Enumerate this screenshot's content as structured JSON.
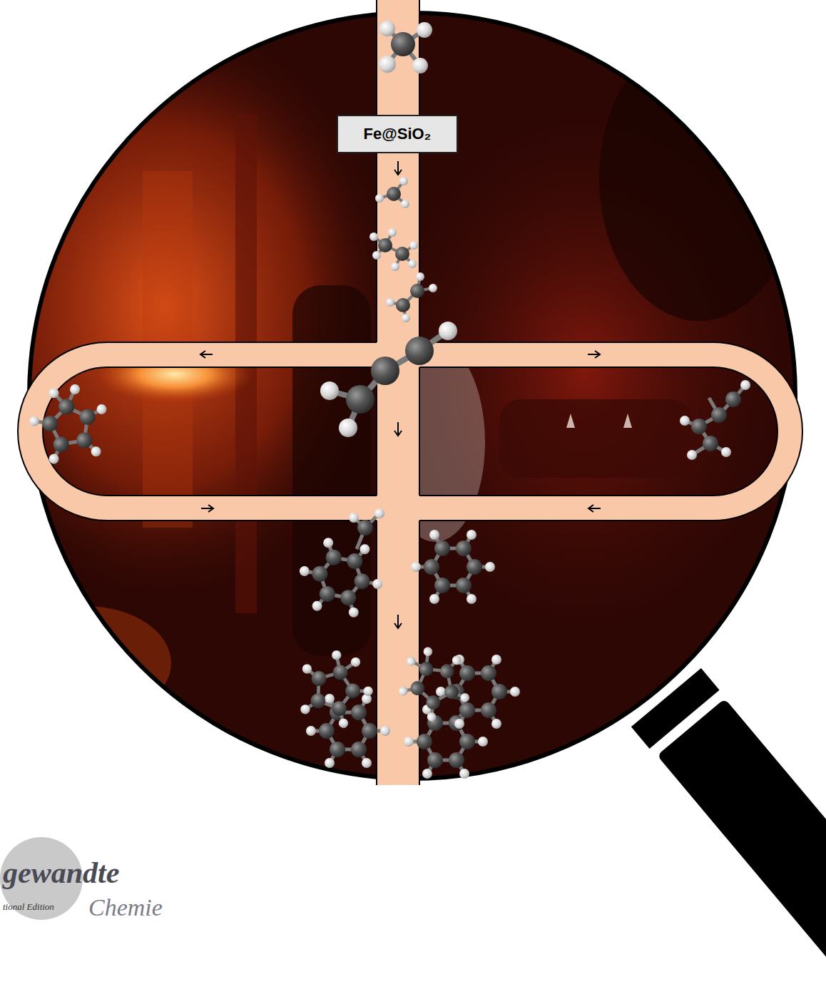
{
  "diagram": {
    "nodes": [
      {
        "text": [
          "Fe@SiO₂"
        ]
      }
    ],
    "labels": [
      "gewandte",
      "tional Edition",
      "Chemie"
    ]
  }
}
